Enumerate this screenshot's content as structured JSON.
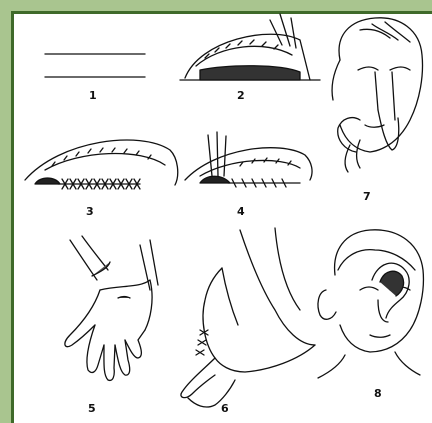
{
  "figure": {
    "panels": [
      {
        "id": "1",
        "label": "1"
      },
      {
        "id": "2",
        "label": "2"
      },
      {
        "id": "3",
        "label": "3"
      },
      {
        "id": "4",
        "label": "4"
      },
      {
        "id": "5",
        "label": "5"
      },
      {
        "id": "6",
        "label": "6"
      },
      {
        "id": "7",
        "label": "7"
      },
      {
        "id": "8",
        "label": "8"
      }
    ]
  },
  "colors": {
    "frame": "#a9c58f",
    "border": "#3f6a2a",
    "ink": "#111111"
  }
}
